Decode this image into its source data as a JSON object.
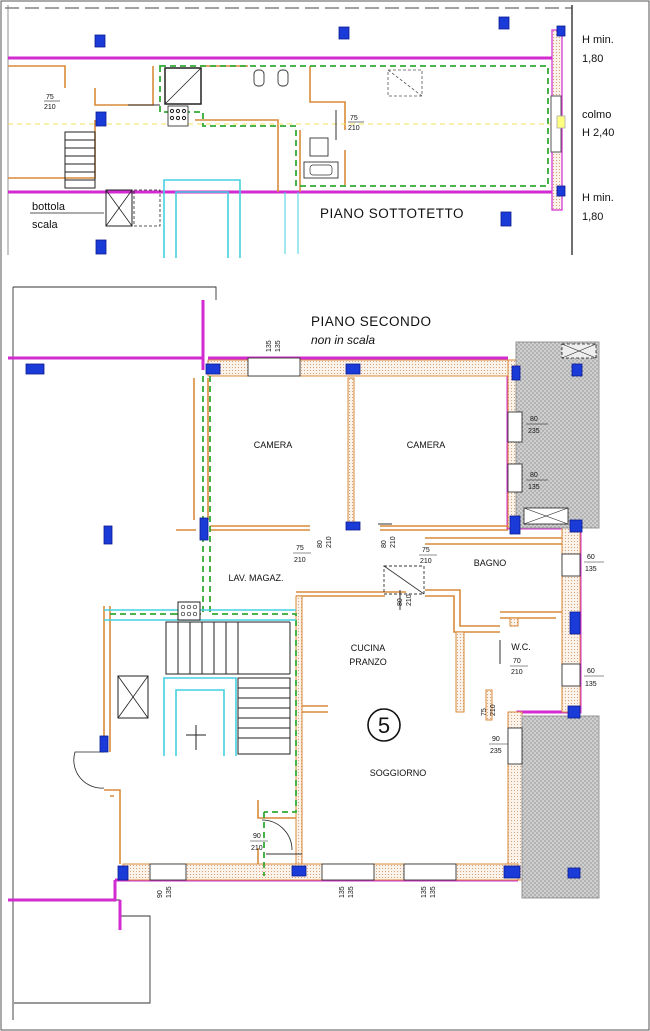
{
  "attic": {
    "title": "PIANO SOTTOTETTO",
    "h_min_top_label": "H min.",
    "h_min_top_value": "1,80",
    "colmo_label": "colmo",
    "colmo_value": "H 2,40",
    "h_min_bottom_label": "H min.",
    "h_min_bottom_value": "1,80",
    "bottola_line1": "bottola",
    "bottola_line2": "scala",
    "dims": [
      {
        "w": "75",
        "h": "210"
      },
      {
        "w": "75",
        "h": "210"
      }
    ]
  },
  "second_floor": {
    "title": "PIANO SECONDO",
    "subtitle": "non in scala",
    "unit_number": "5",
    "rooms": {
      "camera_left": "CAMERA",
      "camera_right": "CAMERA",
      "lav_magaz": "LAV. MAGAZ.",
      "bagno": "BAGNO",
      "cucina_line1": "CUCINA",
      "cucina_line2": "PRANZO",
      "wc": "W.C.",
      "soggiorno": "SOGGIORNO"
    },
    "dims": {
      "top_window": {
        "w": "135",
        "h": "135"
      },
      "right_window_1": {
        "w": "80",
        "h": "235"
      },
      "right_window_2": {
        "w": "80",
        "h": "135"
      },
      "right_window_3": {
        "w": "60",
        "h": "135"
      },
      "right_window_4": {
        "w": "60",
        "h": "135"
      },
      "right_window_5": {
        "w": "90",
        "h": "235"
      },
      "door_camera_left": {
        "w": "75",
        "h": "210"
      },
      "door_lav": {
        "w": "80",
        "h": "210"
      },
      "door_camera_right": {
        "w": "80",
        "h": "210"
      },
      "door_bagno": {
        "w": "75",
        "h": "210"
      },
      "door_cucina": {
        "w": "80",
        "h": "210"
      },
      "door_wc": {
        "w": "70",
        "h": "210"
      },
      "door_side": {
        "w": "75",
        "h": "210"
      },
      "entrance": {
        "w": "90",
        "h": "210"
      },
      "bottom_window_1": {
        "w": "90",
        "h": "135"
      },
      "bottom_window_2": {
        "w": "135",
        "h": "135"
      },
      "bottom_window_3": {
        "w": "135",
        "h": "135"
      }
    }
  },
  "colors": {
    "exterior_wall": "#d12bd1",
    "interior_wall": "#d98a3a",
    "attic_limit": "#33aa33",
    "stair_outline": "#44d0e0",
    "column": "#1a3bd8"
  }
}
